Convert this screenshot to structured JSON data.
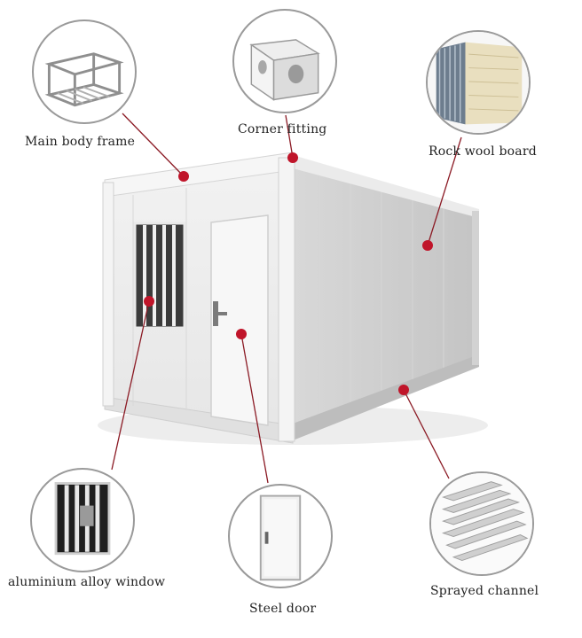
{
  "components": [
    {
      "id": "frame",
      "label": "Main body frame"
    },
    {
      "id": "corner",
      "label": "Corner fitting"
    },
    {
      "id": "rock",
      "label": "Rock wool board"
    },
    {
      "id": "window",
      "label": "aluminium alloy window"
    },
    {
      "id": "door",
      "label": "Steel door"
    },
    {
      "id": "channel",
      "label": "Sprayed channel"
    }
  ],
  "colors": {
    "marker": "#c0152a",
    "leader": "#8b1a24",
    "ring": "#9a9a9a",
    "container_light": "#eeeeee",
    "container_side": "#c9c9c9"
  }
}
